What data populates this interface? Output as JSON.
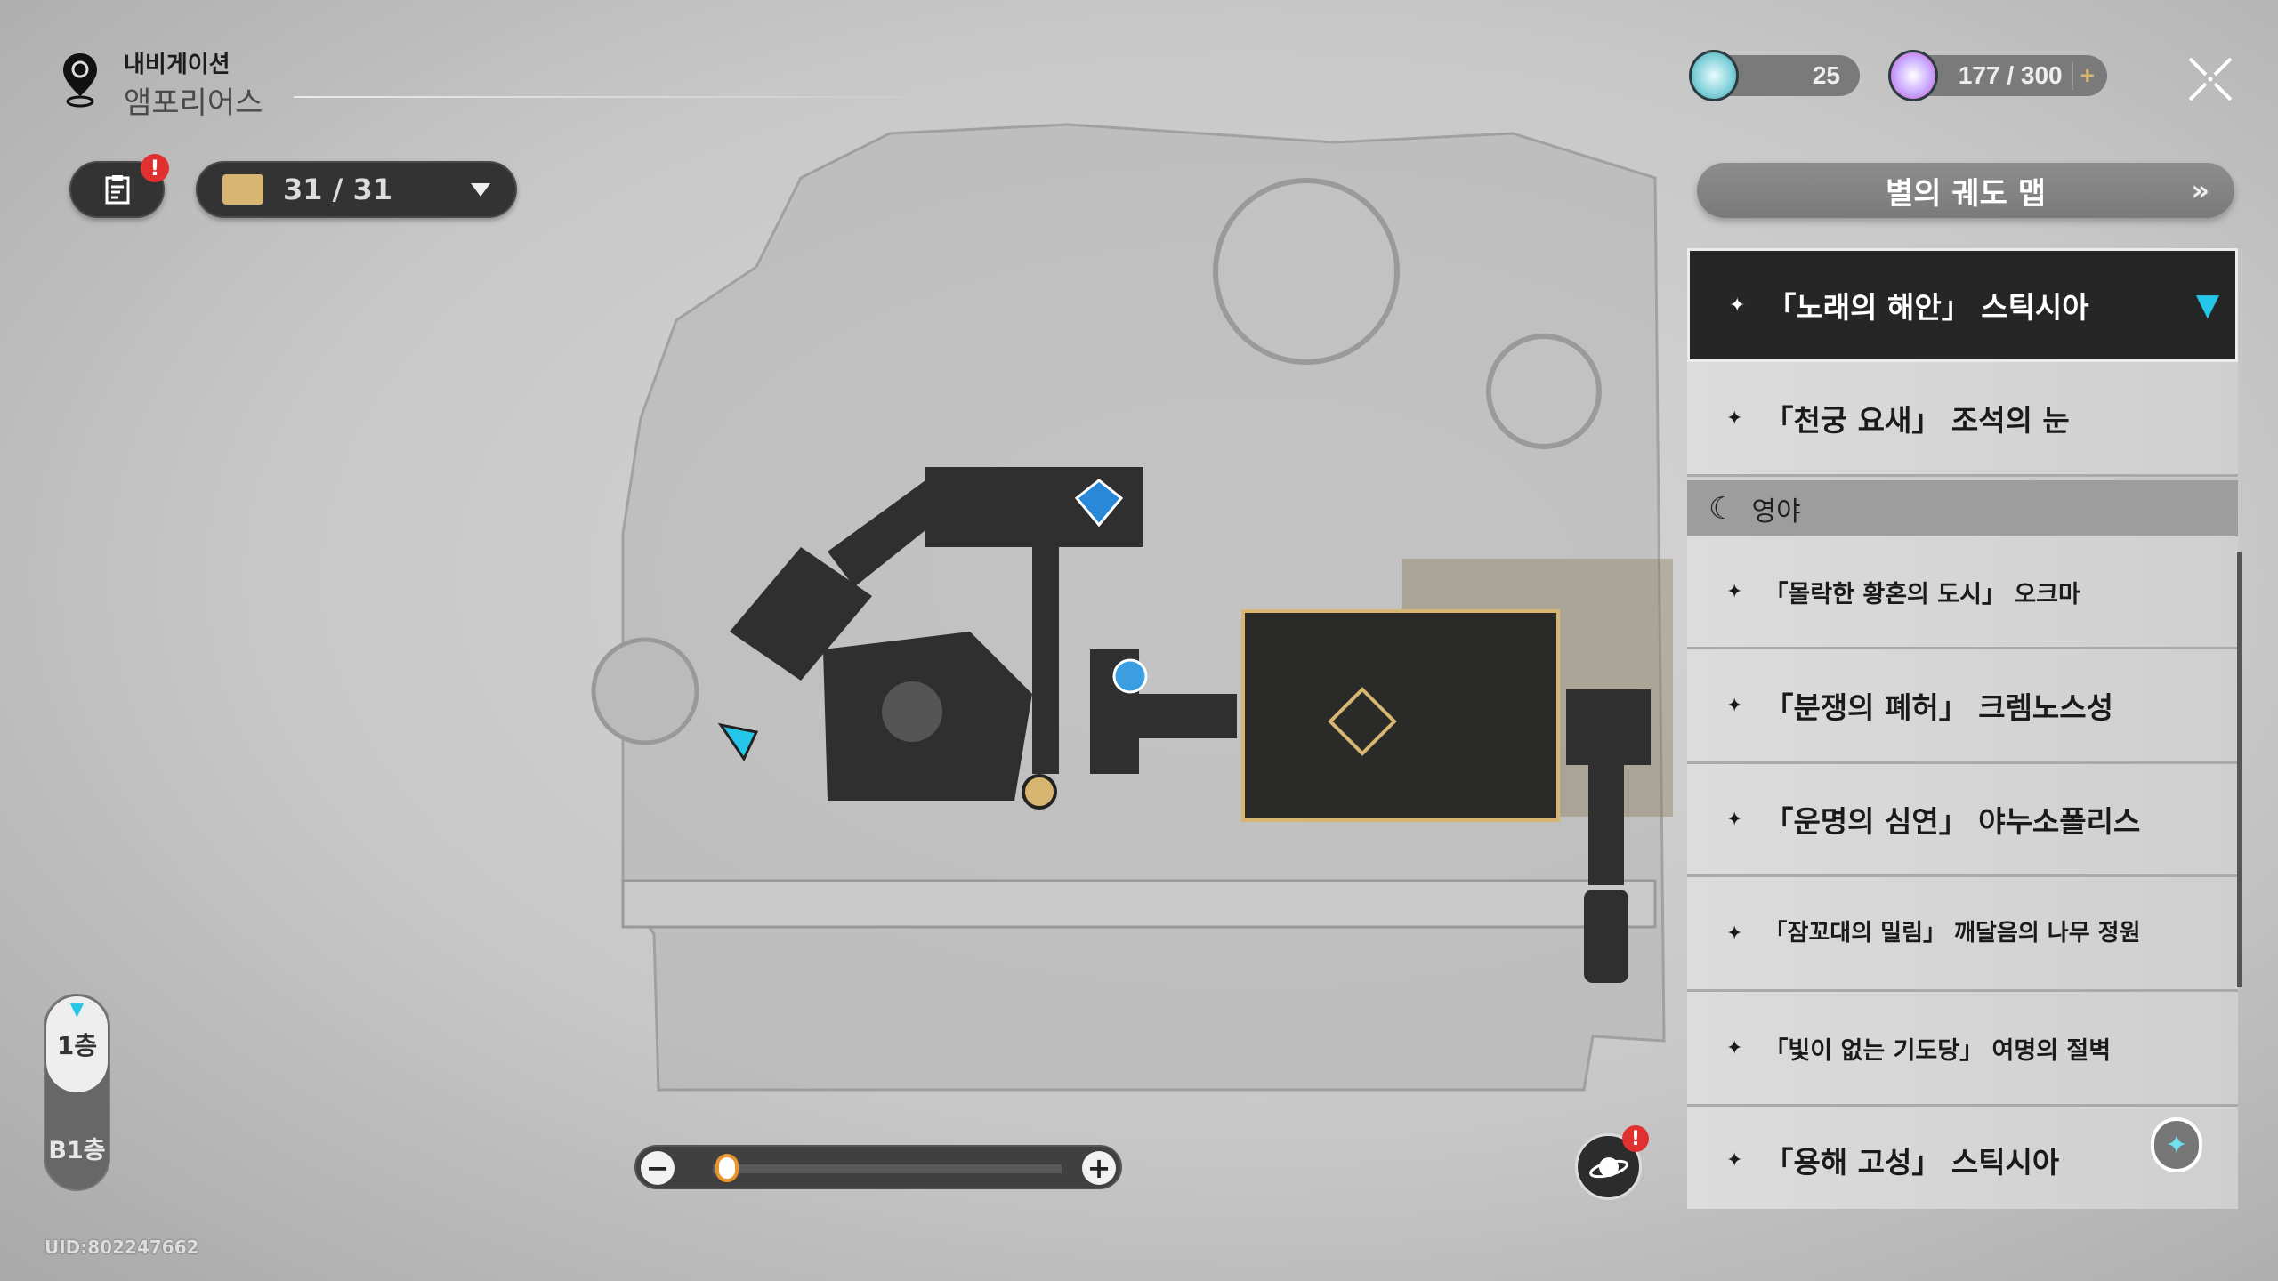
{
  "header": {
    "nav_title": "내비게이션",
    "location": "앰포리어스"
  },
  "toolbar": {
    "chest_count": "31 / 31",
    "alert": "!"
  },
  "currency": {
    "fuel": "25",
    "stellar_jade": "177 / 300",
    "plus": "+"
  },
  "star_map_button": {
    "label": "별의 궤도 맵",
    "chevron": "»"
  },
  "locations": {
    "selected": "「노래의 해안」 스틱시아",
    "items": [
      "「천궁 요새」 조석의 눈"
    ],
    "section": "영야",
    "section_items": [
      "「몰락한 황혼의 도시」 오크마",
      "「분쟁의 폐허」 크렘노스성",
      "「운명의 심연」 야누소폴리스",
      "「잠꼬대의 밀림」 깨달음의 나무 정원",
      "「빛이 없는 기도당」 여명의 절벽",
      "「용해 고성」 스틱시아"
    ]
  },
  "floors": {
    "current": "1층",
    "other": "B1층"
  },
  "zoom": {
    "minus": "−",
    "plus": "+",
    "level": 0.03
  },
  "uid": "UID:802247662",
  "colors": {
    "accent": "#26c6e8",
    "gold": "#d8b672",
    "alert": "#e03030",
    "slider": "#e8962c"
  }
}
